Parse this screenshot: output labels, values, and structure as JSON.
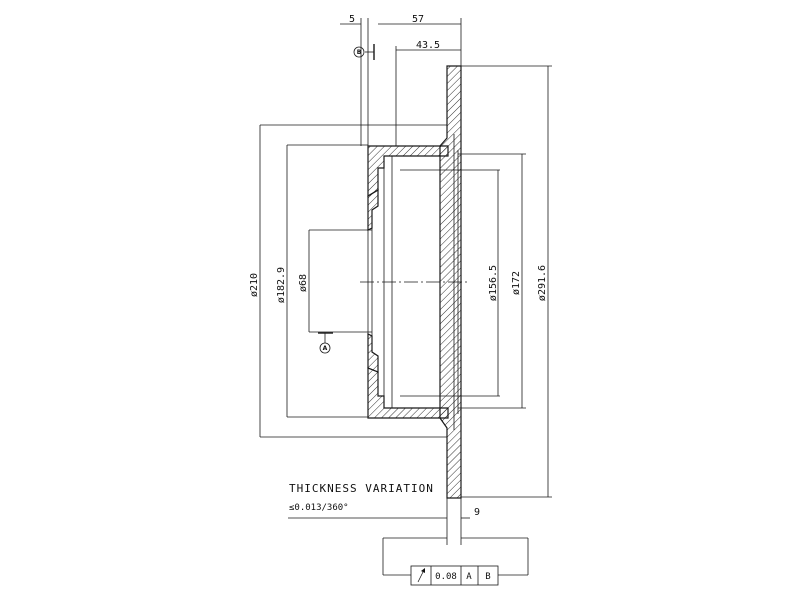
{
  "dimensions": {
    "offset_5": "5",
    "depth_57": "57",
    "depth_43_5": "43.5",
    "dia_210": "ø210",
    "dia_182_9": "ø182.9",
    "dia_68": "ø68",
    "dia_156_5": "ø156.5",
    "dia_172": "ø172",
    "dia_291_6": "ø291.6",
    "thickness_9": "9"
  },
  "datums": {
    "a": "A",
    "b": "B"
  },
  "note": {
    "title": "THICKNESS VARIATION",
    "value": "≤0.013/360°"
  },
  "tolerance_frame": {
    "symbol": "runout",
    "value": "0.08",
    "datum1": "A",
    "datum2": "B"
  }
}
